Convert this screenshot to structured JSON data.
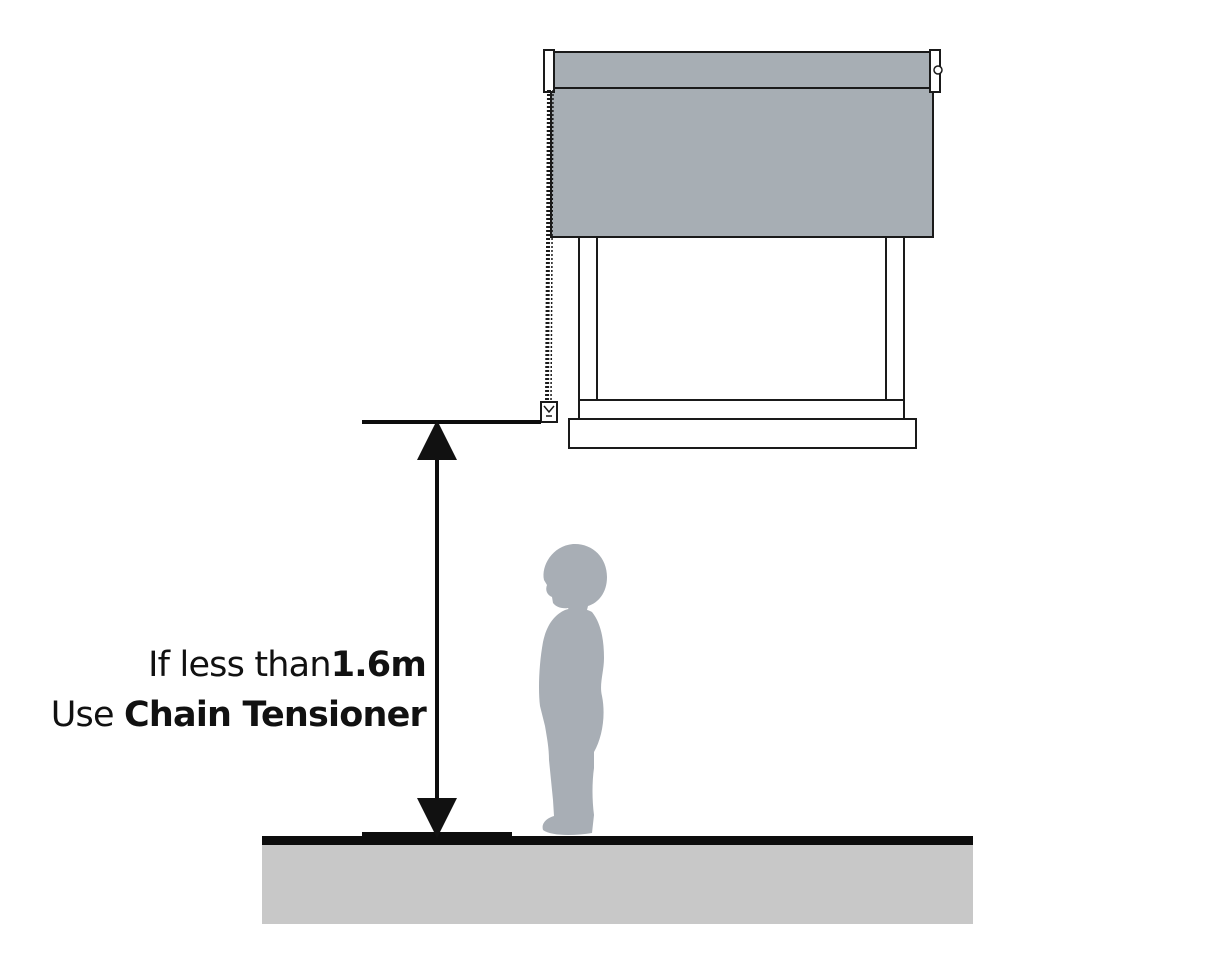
{
  "annotation": {
    "line1_prefix": "If less than",
    "line1_value": "1.6m",
    "line2_prefix": "Use ",
    "line2_value": "Chain Tensioner"
  },
  "colors": {
    "blind_fabric": "#a7aeb4",
    "child_silhouette": "#a8aeb5",
    "floor": "#c8c8c8",
    "outline": "#1a1a1a"
  },
  "icons": {
    "child": "child-silhouette-icon",
    "blind": "roller-blind-icon",
    "dimension": "double-arrow-icon"
  }
}
